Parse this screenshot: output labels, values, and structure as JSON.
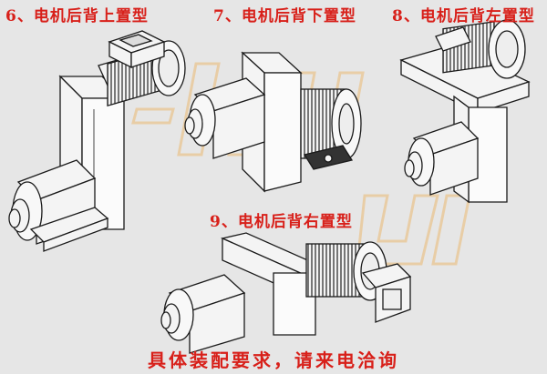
{
  "captions": {
    "config6": "6、电机后背上置型",
    "config7": "7、电机后背下置型",
    "config8": "8、电机后背左置型",
    "config9": "9、电机后背右置型"
  },
  "footer": "具体装配要求，请来电洽询",
  "watermark": "J-HUI",
  "colors": {
    "caption": "#d8201a",
    "background": "#e6e6e6",
    "line": "#1a1a1a",
    "watermark": "#e8c79a"
  }
}
